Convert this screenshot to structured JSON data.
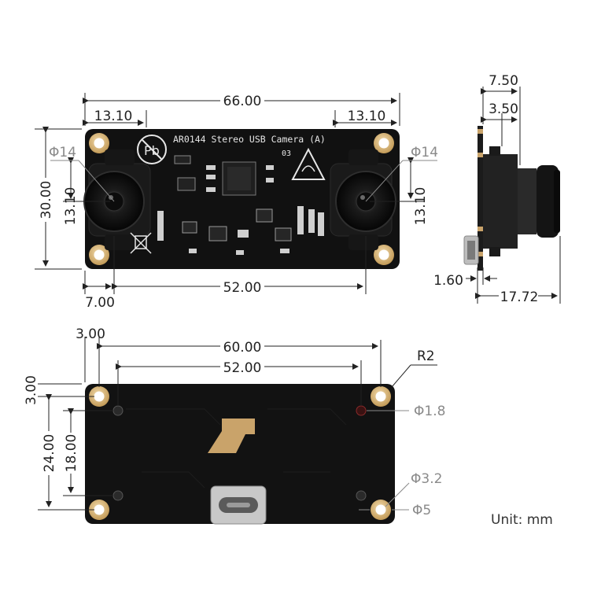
{
  "top_view": {
    "width": "66.00",
    "height": "30.00",
    "lens_offset_left": "13.10",
    "lens_offset_right": "13.10",
    "lens_vertical_left": "13.10",
    "lens_vertical_right": "13.10",
    "lens_spacing": "52.00",
    "hole_offset": "7.00",
    "lens_dia_left": "Φ14",
    "lens_dia_right": "Φ14",
    "silkscreen_title": "AR0144 Stereo USB Camera (A)",
    "silkscreen_code": "03",
    "pb_mark": "Pb"
  },
  "side_view": {
    "total_depth": "7.50",
    "lens_depth": "3.50",
    "board_thickness": "1.60",
    "overall_length": "17.72"
  },
  "bottom_view": {
    "edge_offset_x": "3.00",
    "edge_offset_y": "3.00",
    "hole_spacing_outer": "60.00",
    "hole_spacing_inner": "52.00",
    "height": "24.00",
    "inner_height": "18.00",
    "corner_radius": "R2",
    "small_hole": "Φ1.8",
    "hole_inner": "Φ3.2",
    "hole_outer": "Φ5"
  },
  "unit_label": "Unit: mm",
  "colors": {
    "board": "#111111",
    "pad_gold": "#d9b77a",
    "dimension_line": "#222222",
    "gray_label": "#8a8a8a",
    "copper_pad": "#c9a36a"
  }
}
